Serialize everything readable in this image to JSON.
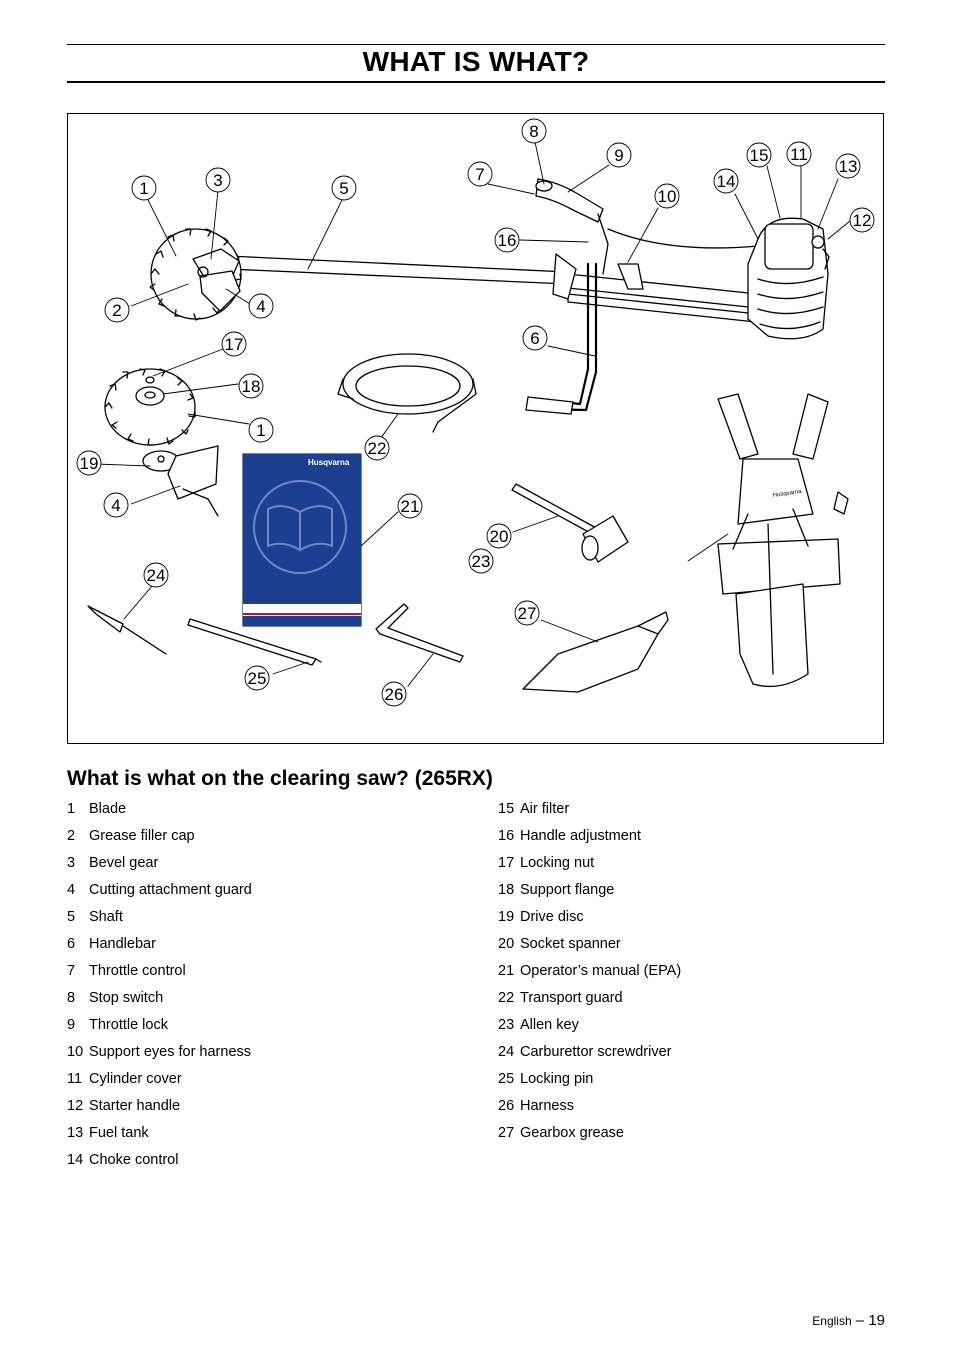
{
  "page": {
    "title": "WHAT IS WHAT?",
    "section_heading": "What is what on the clearing saw? (265RX)",
    "footer": {
      "language": "English",
      "separator": "–",
      "page_number": "19"
    }
  },
  "figure": {
    "callouts": [
      "1",
      "2",
      "3",
      "4",
      "5",
      "6",
      "7",
      "8",
      "9",
      "10",
      "11",
      "12",
      "13",
      "14",
      "15",
      "16",
      "17",
      "18",
      "1",
      "19",
      "4",
      "20",
      "21",
      "22",
      "23",
      "24",
      "25",
      "26",
      "27"
    ],
    "manual_brand": "Husqvarna",
    "harness_brand": "Husqvarna"
  },
  "parts_left": [
    {
      "num": "1",
      "name": "Blade"
    },
    {
      "num": "2",
      "name": "Grease filler cap"
    },
    {
      "num": "3",
      "name": "Bevel gear"
    },
    {
      "num": "4",
      "name": "Cutting attachment guard"
    },
    {
      "num": "5",
      "name": "Shaft"
    },
    {
      "num": "6",
      "name": "Handlebar"
    },
    {
      "num": "7",
      "name": "Throttle control"
    },
    {
      "num": "8",
      "name": "Stop switch"
    },
    {
      "num": "9",
      "name": "Throttle lock"
    },
    {
      "num": "10",
      "name": "Support eyes for harness"
    },
    {
      "num": "11",
      "name": "Cylinder cover"
    },
    {
      "num": "12",
      "name": "Starter handle"
    },
    {
      "num": "13",
      "name": "Fuel tank"
    },
    {
      "num": "14",
      "name": "Choke control"
    }
  ],
  "parts_right": [
    {
      "num": "15",
      "name": "Air filter"
    },
    {
      "num": "16",
      "name": "Handle adjustment"
    },
    {
      "num": "17",
      "name": "Locking nut"
    },
    {
      "num": "18",
      "name": "Support flange"
    },
    {
      "num": "19",
      "name": "Drive disc"
    },
    {
      "num": "20",
      "name": "Socket spanner"
    },
    {
      "num": "21",
      "name": "Operator’s manual (EPA)"
    },
    {
      "num": "22",
      "name": "Transport guard"
    },
    {
      "num": "23",
      "name": "Allen key"
    },
    {
      "num": "24",
      "name": "Carburettor screwdriver"
    },
    {
      "num": "25",
      "name": "Locking pin"
    },
    {
      "num": "26",
      "name": "Harness"
    },
    {
      "num": "27",
      "name": "Gearbox grease"
    }
  ],
  "colors": {
    "manual_cover": "#1d3f8f",
    "manual_band": "#c8102e"
  }
}
